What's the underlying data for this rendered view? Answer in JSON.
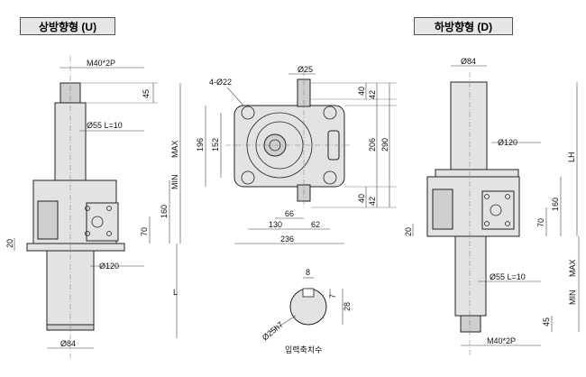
{
  "labels": {
    "upward": "상방향형 (U)",
    "downward": "하방향형 (D)",
    "input_shaft": "입력축치수"
  },
  "left_view": {
    "thread": "M40*2P",
    "d45": "45",
    "shaft": "Ø55 L=10",
    "min": "MIN",
    "max": "MAX",
    "d160": "160",
    "d70": "70",
    "d20": "20",
    "flange": "Ø120",
    "stroke": "L",
    "base": "Ø84"
  },
  "front_view": {
    "holes": "4-Ø22",
    "top_shaft": "Ø25",
    "d40a": "40",
    "d42a": "42",
    "d196": "196",
    "d152": "152",
    "d206": "206",
    "d290": "290",
    "d42b": "42",
    "d40b": "40",
    "d66": "66",
    "d130": "130",
    "d62": "62",
    "d236": "236"
  },
  "shaft_detail": {
    "key_w": "8",
    "key_h": "7",
    "height": "28",
    "dia": "Ø25h7"
  },
  "right_view": {
    "top": "Ø84",
    "flange": "Ø120",
    "lh": "LH",
    "d160": "160",
    "d70": "70",
    "d20": "20",
    "shaft": "Ø55 L=10",
    "min": "MIN",
    "max": "MAX",
    "d45": "45",
    "thread": "M40*2P"
  }
}
